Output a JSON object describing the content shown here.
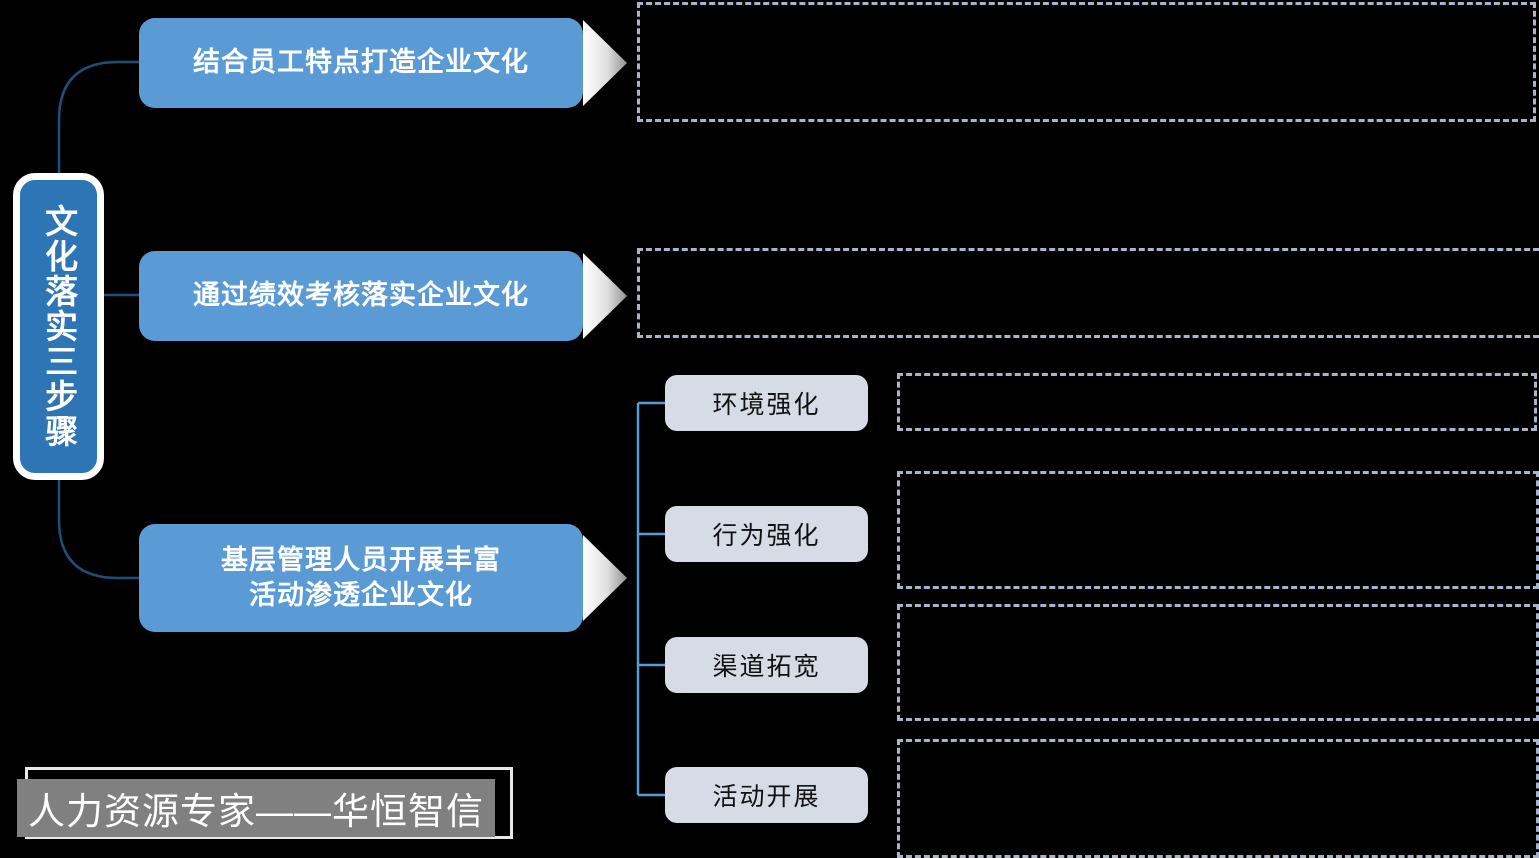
{
  "diagram": {
    "root": {
      "label": "文化落实三步骤"
    },
    "steps": [
      {
        "id": "step-1",
        "label": "结合员工特点打造企业文化",
        "arrow_icon": "right-triangle-icon"
      },
      {
        "id": "step-2",
        "label": "通过绩效考核落实企业文化",
        "arrow_icon": "right-triangle-icon"
      },
      {
        "id": "step-3",
        "label": "基层管理人员开展丰富\n活动渗透企业文化",
        "arrow_icon": "right-triangle-icon"
      }
    ],
    "sub_items": [
      {
        "id": "sub-1",
        "label": "环境强化"
      },
      {
        "id": "sub-2",
        "label": "行为强化"
      },
      {
        "id": "sub-3",
        "label": "渠道拓宽"
      },
      {
        "id": "sub-4",
        "label": "活动开展"
      }
    ],
    "note_panels": [
      {
        "id": "note-step-1",
        "text": ""
      },
      {
        "id": "note-step-2",
        "text": ""
      },
      {
        "id": "note-sub-1",
        "text": ""
      },
      {
        "id": "note-sub-2",
        "text": ""
      },
      {
        "id": "note-sub-3",
        "text": ""
      },
      {
        "id": "note-sub-4",
        "text": ""
      }
    ]
  },
  "watermark": {
    "label": "人力资源专家——华恒智信"
  },
  "colors": {
    "background": "#000000",
    "root_node_fill": "#2E75B6",
    "root_node_border": "#FFFFFF",
    "step_box_fill": "#5B9BD5",
    "step_box_text": "#FFFFFF",
    "sub_box_fill": "#D6DCE5",
    "sub_box_text": "#111111",
    "connector_line": "#1F4E79",
    "sub_connector_line": "#5B9BD5",
    "dashed_border": "#A6B4CC",
    "arrow_gradient_start": "#FFFFFF",
    "arrow_gradient_end": "#9C9C9C",
    "watermark_band": "#808080",
    "watermark_text": "#FFFFFF"
  }
}
